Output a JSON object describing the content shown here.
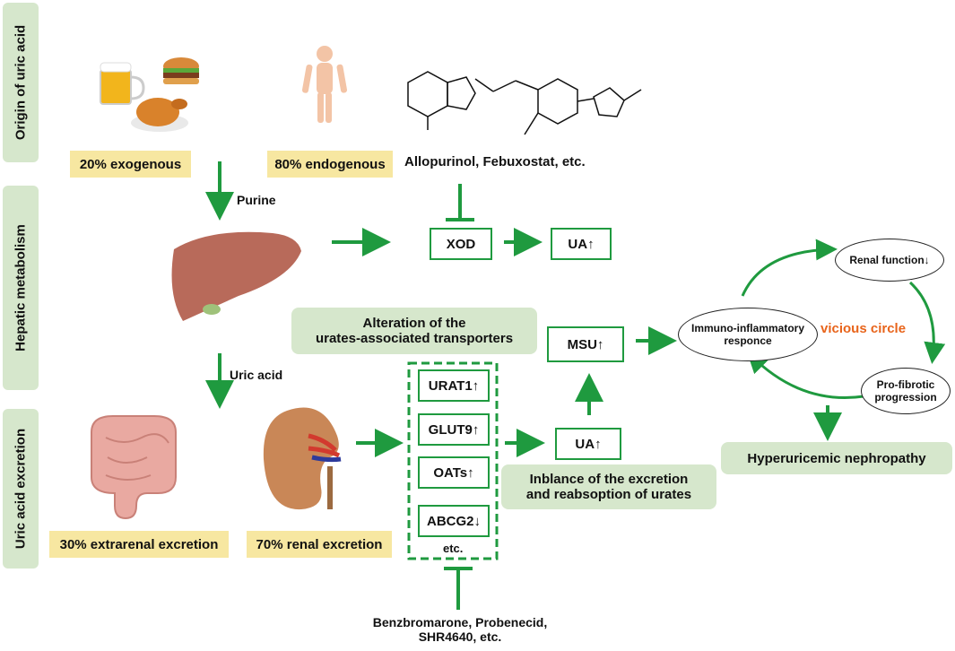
{
  "sidebar": {
    "origin": "Origin of  uric acid",
    "hepatic": "Hepatic metabolism",
    "excretion": "Uric acid excretion"
  },
  "origin": {
    "exogenous": "20% exogenous",
    "endogenous": "80% endogenous",
    "drugs": "Allopurinol, Febuxostat, etc."
  },
  "arrows": {
    "purine": "Purine",
    "uric_acid": "Uric acid"
  },
  "metabolism": {
    "xod": "XOD",
    "ua_top": "UA↑"
  },
  "transporters": {
    "alteration_line1": "Alteration of the",
    "alteration_line2": "urates-associated transporters",
    "urat1": "URAT1↑",
    "glut9": "GLUT9↑",
    "oats": "OATs↑",
    "abcg2": "ABCG2↓",
    "etc": "etc.",
    "ua_mid": "UA↑",
    "msu": "MSU↑",
    "imbalance_line1": "Inblance of the excretion",
    "imbalance_line2": "and reabsoption of urates",
    "inhibitors_line1": "Benzbromarone, Probenecid,",
    "inhibitors_line2": "SHR4640, etc."
  },
  "excretion": {
    "extrarenal": "30% extrarenal excretion",
    "renal": "70% renal excretion"
  },
  "cycle": {
    "renal_function": "Renal function↓",
    "immuno_line1": "Immuno-inflammatory",
    "immuno_line2": "responce",
    "profibrotic_line1": "Pro-fibrotic",
    "profibrotic_line2": "progression",
    "vicious": "vicious circle",
    "outcome": "Hyperuricemic nephropathy"
  },
  "colors": {
    "arrow_green": "#1f9a3f",
    "label_yellow": "#f7e7a1",
    "label_green": "#d6e7cc",
    "vicious_orange": "#e8641b"
  }
}
